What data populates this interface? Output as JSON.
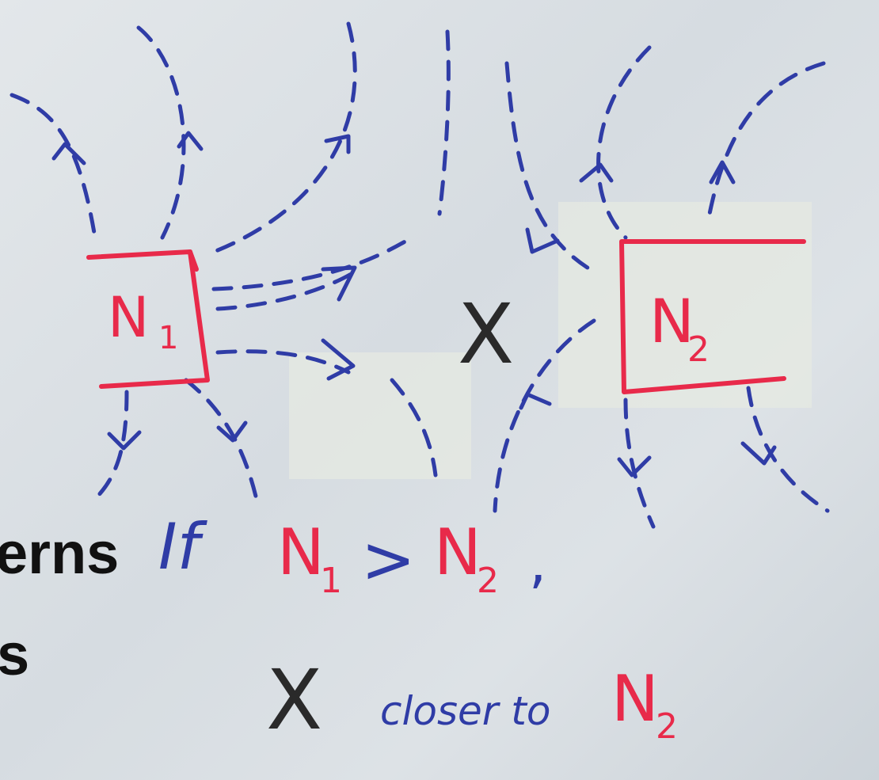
{
  "image": {
    "slide_fragments": [
      "erns",
      "s"
    ],
    "box_1": {
      "letter": "N",
      "subscript": "1"
    },
    "box_2": {
      "letter": "N",
      "subscript": "2"
    },
    "middle_point": "X",
    "condition": {
      "if_word": "If",
      "left_letter": "N",
      "left_subscript": "1",
      "comparator": ">",
      "right_letter": "N",
      "right_subscript": "2",
      "trailing": ","
    },
    "conclusion": {
      "point": "X",
      "phrase": "closer to",
      "letter": "N",
      "subscript": "2"
    },
    "colors": {
      "pen_red": "#e82a4a",
      "pen_blue": "#2f3ca6",
      "pen_black": "#2a2a2a",
      "print_black": "#111111",
      "board": "#dde2e6"
    }
  }
}
